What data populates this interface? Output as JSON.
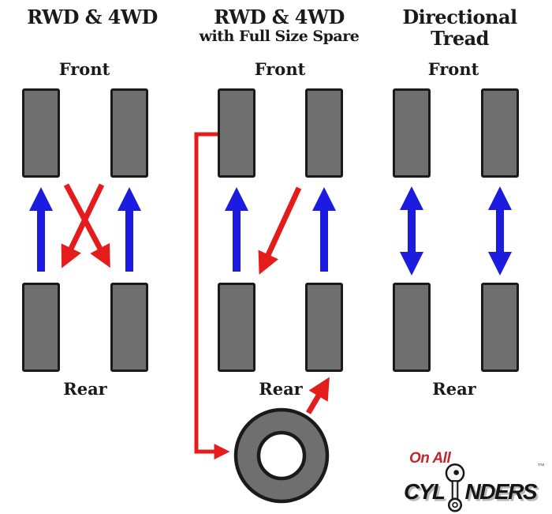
{
  "diagram": {
    "description": "Tire rotation patterns",
    "background": "#ffffff",
    "colors": {
      "tire_fill": "#6f6f6f",
      "tire_border": "#1a1a1a",
      "arrow_blue": "#1c1ce0",
      "arrow_red": "#e41c1c",
      "heading_text": "#1a1a1a",
      "logo_red": "#c1272d",
      "logo_black": "#141414",
      "logo_shadow": "#b9b9b9"
    },
    "panels": [
      {
        "title": "RWD & 4WD",
        "subtitle": "",
        "front_label": "Front",
        "rear_label": "Rear",
        "pattern": "rear tires straight forward (blue), front tires cross to rear (red X)"
      },
      {
        "title": "RWD & 4WD",
        "subtitle": "with Full Size Spare",
        "front_label": "Front",
        "rear_label": "Rear",
        "pattern": "rear tires forward (blue), right front crosses to left rear (red), left front to spare, spare to right rear (red circuit)"
      },
      {
        "title": "Directional Tread",
        "subtitle": "",
        "front_label": "Front",
        "rear_label": "Rear",
        "pattern": "front-to-back on same side (blue double-headed arrows)"
      }
    ],
    "logo": {
      "top_text": "On All",
      "main_prefix": "CYL",
      "main_suffix": "NDERS",
      "trademark": "™"
    }
  }
}
